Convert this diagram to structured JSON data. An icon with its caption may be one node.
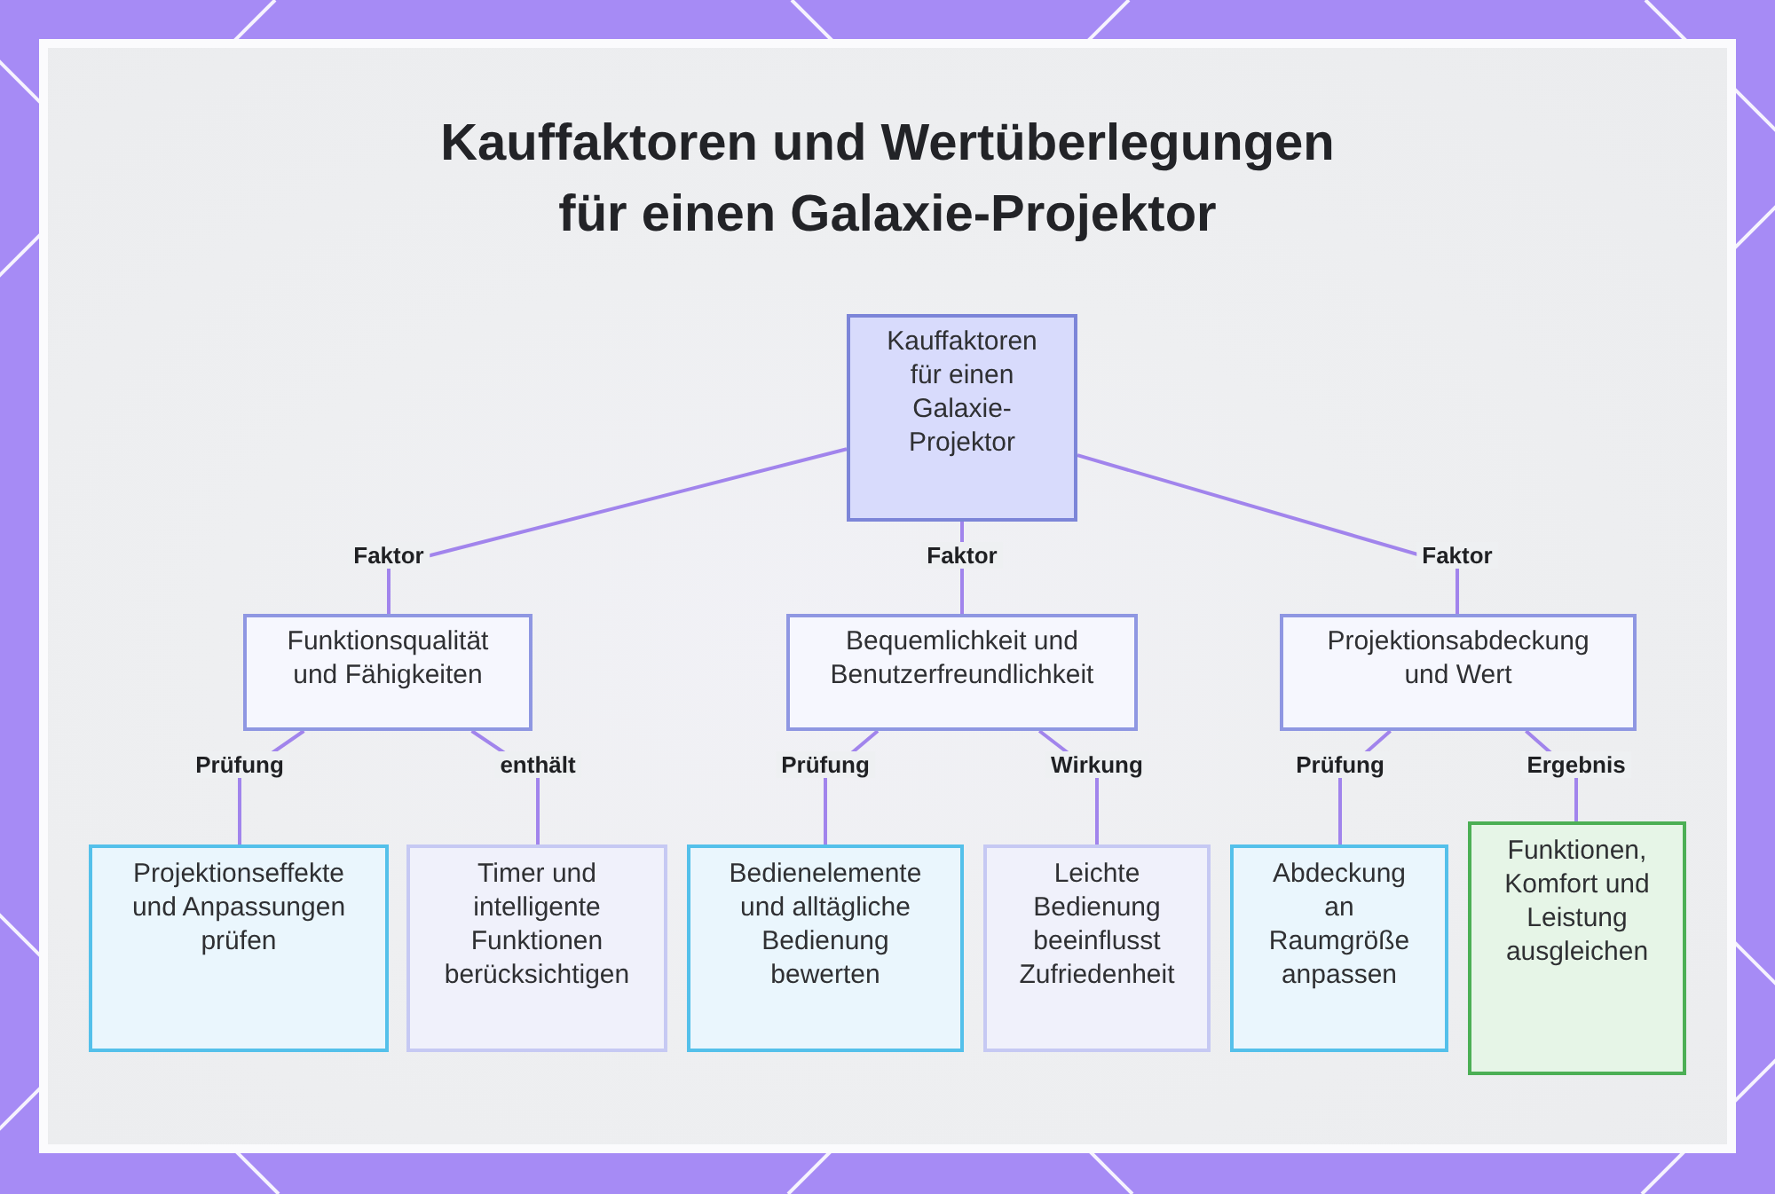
{
  "diagram": {
    "title": "Kauffaktoren und Wertüberlegungen für einen Galaxie-Projektor",
    "nodes": [
      {
        "text": [
          "Kauffaktoren für einen Galaxie-Projektor"
        ]
      },
      {
        "text": [
          "Funktionsqualität und Fähigkeiten"
        ]
      },
      {
        "text": [
          "Bequemlichkeit und Benutzerfreundlichkeit"
        ]
      },
      {
        "text": [
          "Projektionsabdeckung und Wert"
        ]
      },
      {
        "text": [
          "Projektionseffekte und Anpassungen prüfen"
        ]
      },
      {
        "text": [
          "Timer und intelligente Funktionen berücksichtigen"
        ]
      },
      {
        "text": [
          "Bedienelemente und alltägliche Bedienung bewerten"
        ]
      },
      {
        "text": [
          "Leichte Bedienung beeinflusst Zufriedenheit"
        ]
      },
      {
        "text": [
          "Abdeckung an Raumgröße anpassen"
        ]
      },
      {
        "text": [
          "Funktionen, Komfort und Leistung ausgleichen"
        ]
      }
    ],
    "edges": [
      {
        "from": 0,
        "to": 1,
        "arrow": "none",
        "label": "Faktor"
      },
      {
        "from": 0,
        "to": 2,
        "arrow": "none",
        "label": "Faktor"
      },
      {
        "from": 0,
        "to": 3,
        "arrow": "none",
        "label": "Faktor"
      },
      {
        "from": 1,
        "to": 4,
        "arrow": "none",
        "label": "Prüfung"
      },
      {
        "from": 1,
        "to": 5,
        "arrow": "none",
        "label": "enthält"
      },
      {
        "from": 2,
        "to": 6,
        "arrow": "none",
        "label": "Prüfung"
      },
      {
        "from": 2,
        "to": 7,
        "arrow": "none",
        "label": "Wirkung"
      },
      {
        "from": 3,
        "to": 8,
        "arrow": "none",
        "label": "Prüfung"
      },
      {
        "from": 3,
        "to": 9,
        "arrow": "none",
        "label": "Ergebnis"
      }
    ]
  }
}
